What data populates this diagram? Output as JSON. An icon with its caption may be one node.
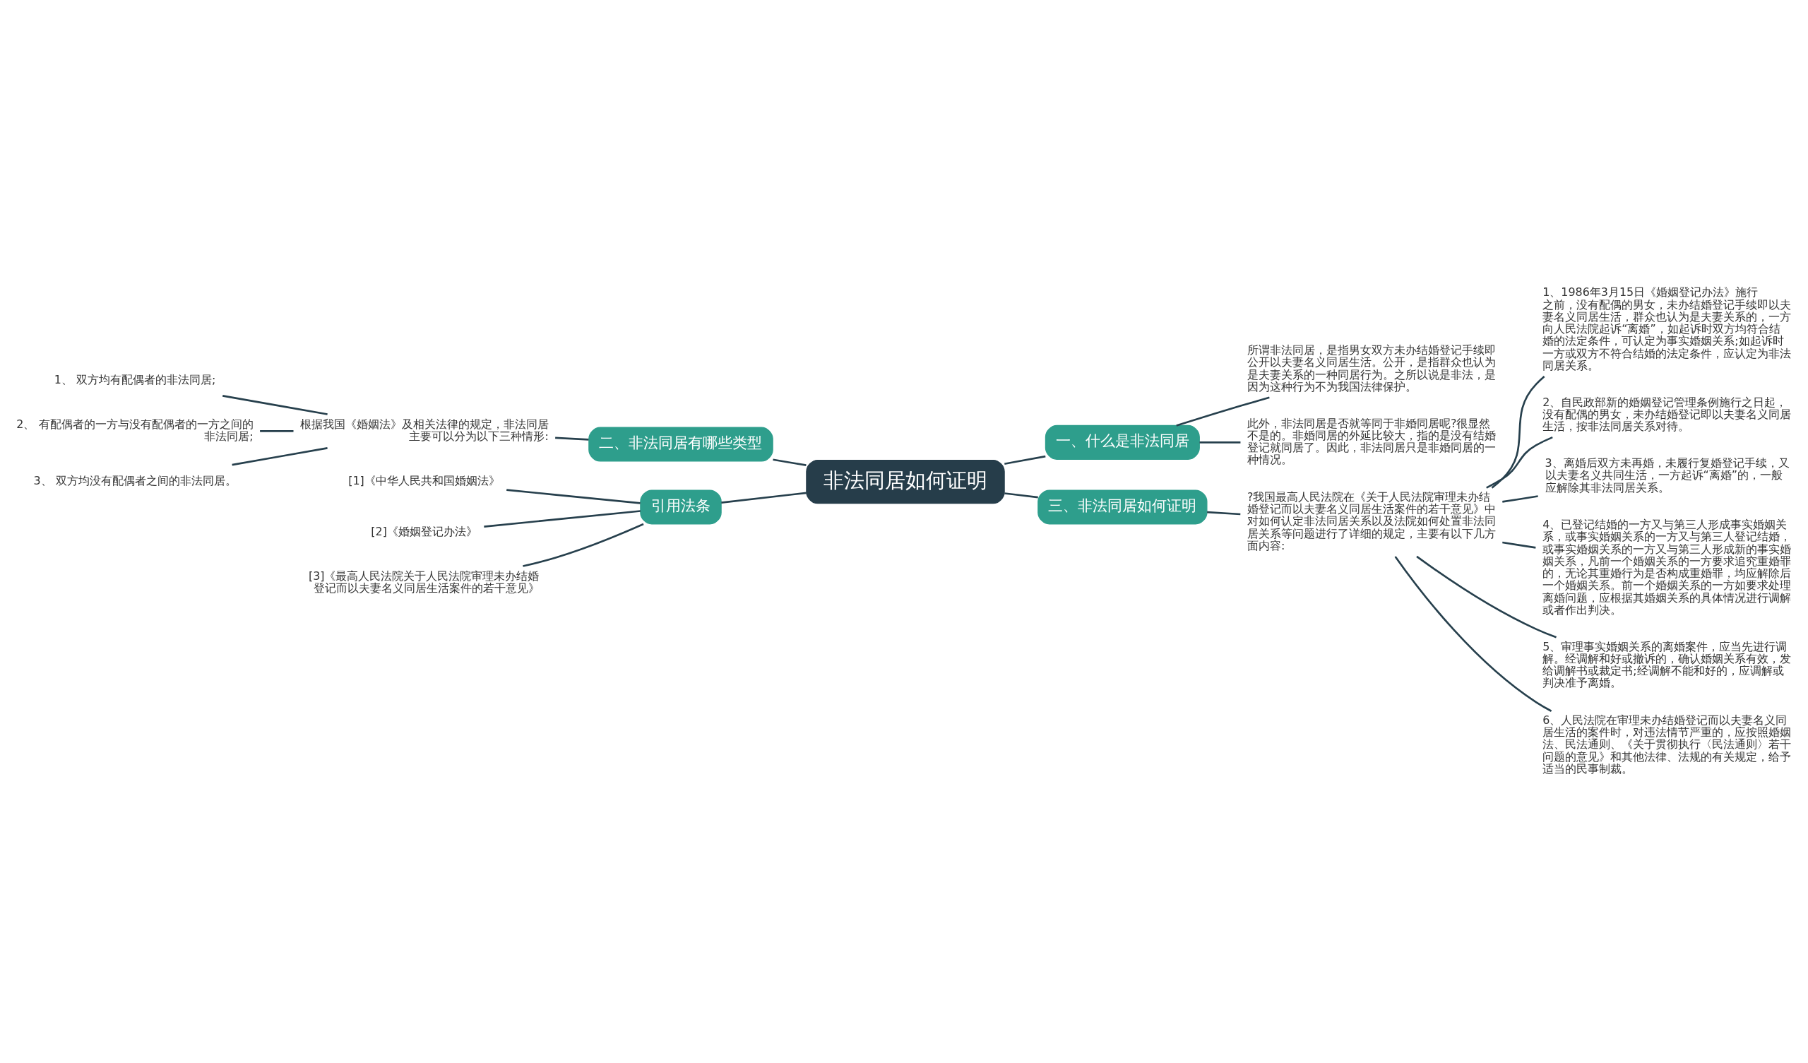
{
  "diagram": {
    "nodes": [
      {
        "text": [
          "非法同居如何证明"
        ]
      },
      {
        "text": [
          "一、什么是非法同居"
        ]
      },
      {
        "text": [
          "所谓非法同居，是指男女双方未办结婚登记手续即公开以夫妻名义同居生活。公开，是指群众也认为是夫妻关系的一种同居行为。之所以说是非法，是因为这种行为不为我国法律保护。"
        ]
      },
      {
        "text": [
          "此外，非法同居是否就等同于非婚同居呢?很显然不是的。非婚同居的外延比较大，指的是没有结婚登记就同居了。因此，非法同居只是非婚同居的一种情况。"
        ]
      },
      {
        "text": [
          "二、非法同居有哪些类型"
        ]
      },
      {
        "text": [
          "根据我国《婚姻法》及相关法律的规定，非法同居主要可以分为以下三种情形:"
        ]
      },
      {
        "text": [
          "1、 双方均有配偶者的非法同居;"
        ]
      },
      {
        "text": [
          "2、 有配偶者的一方与没有配偶者的一方之间的非法同居;"
        ]
      },
      {
        "text": [
          "3、 双方均没有配偶者之间的非法同居。"
        ]
      },
      {
        "text": [
          "引用法条"
        ]
      },
      {
        "text": [
          "[1]《中华人民共和国婚姻法》"
        ]
      },
      {
        "text": [
          "[2]《婚姻登记办法》"
        ]
      },
      {
        "text": [
          "[3]《最高人民法院关于人民法院审理未办结婚登记而以夫妻名义同居生活案件的若干意见》"
        ]
      },
      {
        "text": [
          "三、非法同居如何证明"
        ]
      },
      {
        "text": [
          "?我国最高人民法院在《关于人民法院审理未办结婚登记而以夫妻名义同居生活案件的若干意见》中对如何认定非法同居关系以及法院如何处置非法同居关系等问题进行了详细的规定，主要有以下几方面内容:"
        ]
      },
      {
        "text": [
          "1、1986年3月15日《婚姻登记办法》施行之前，没有配偶的男女，未办结婚登记手续即以夫妻名义同居生活，群众也认为是夫妻关系的，一方向人民法院起诉“离婚”，如起诉时双方均符合结婚的法定条件，可认定为事实婚姻关系;如起诉时一方或双方不符合结婚的法定条件，应认定为非法同居关系。"
        ]
      },
      {
        "text": [
          "2、自民政部新的婚姻登记管理条例施行之日起，没有配偶的男女，未办结婚登记即以夫妻名义同居生活，按非法同居关系对待。"
        ]
      },
      {
        "text": [
          "3、离婚后双方未再婚，未履行复婚登记手续，又以夫妻名义共同生活，一方起诉“离婚”的，一般应解除其非法同居关系。"
        ]
      },
      {
        "text": [
          "4、已登记结婚的一方又与第三人形成事实婚姻关系，或事实婚姻关系的一方又与第三人登记结婚，或事实婚姻关系的一方又与第三人形成新的事实婚姻关系，凡前一个婚姻关系的一方要求追究重婚罪的，无论其重婚行为是否构成重婚罪，均应解除后一个婚姻关系。前一个婚姻关系的一方如要求处理离婚问题，应根据其婚姻关系的具体情况进行调解或者作出判决。"
        ]
      },
      {
        "text": [
          "5、审理事实婚姻关系的离婚案件，应当先进行调解。经调解和好或撤诉的，确认婚姻关系有效，发给调解书或裁定书;经调解不能和好的，应调解或判决准予离婚。"
        ]
      },
      {
        "text": [
          "6、人民法院在审理未办结婚登记而以夫妻名义同居生活的案件时，对违法情节严重的，应按照婚姻法、民法通则、《关于贯彻执行〈民法通则〉若干问题的意见》和其他法律、法规的有关规定，给予适当的民事制裁。"
        ]
      }
    ],
    "edges": [
      {
        "from": 0,
        "to": 1,
        "arrow": "none"
      },
      {
        "from": 1,
        "to": 2,
        "arrow": "none"
      },
      {
        "from": 1,
        "to": 3,
        "arrow": "none"
      },
      {
        "from": 0,
        "to": 4,
        "arrow": "none"
      },
      {
        "from": 4,
        "to": 5,
        "arrow": "none"
      },
      {
        "from": 5,
        "to": 6,
        "arrow": "none"
      },
      {
        "from": 5,
        "to": 7,
        "arrow": "none"
      },
      {
        "from": 5,
        "to": 8,
        "arrow": "none"
      },
      {
        "from": 0,
        "to": 9,
        "arrow": "none"
      },
      {
        "from": 9,
        "to": 10,
        "arrow": "none"
      },
      {
        "from": 9,
        "to": 11,
        "arrow": "none"
      },
      {
        "from": 9,
        "to": 12,
        "arrow": "none"
      },
      {
        "from": 0,
        "to": 13,
        "arrow": "none"
      },
      {
        "from": 13,
        "to": 14,
        "arrow": "none"
      },
      {
        "from": 14,
        "to": 15,
        "arrow": "none"
      },
      {
        "from": 14,
        "to": 16,
        "arrow": "none"
      },
      {
        "from": 14,
        "to": 17,
        "arrow": "none"
      },
      {
        "from": 14,
        "to": 18,
        "arrow": "none"
      },
      {
        "from": 14,
        "to": 19,
        "arrow": "none"
      },
      {
        "from": 14,
        "to": 20,
        "arrow": "none"
      }
    ]
  }
}
